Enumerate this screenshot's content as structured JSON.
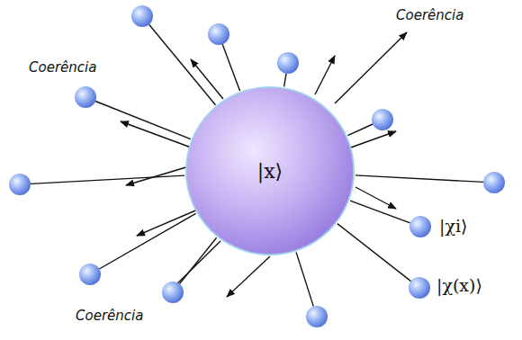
{
  "diagram": {
    "nodes": [
      {
        "text": [
          "|x⟩"
        ]
      }
    ],
    "labels": [
      "Coerência",
      "Coerência",
      "Coerência",
      "|χi⟩",
      "|χ(x)⟩"
    ]
  }
}
